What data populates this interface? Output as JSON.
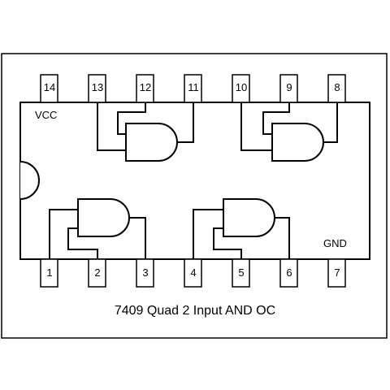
{
  "diagram": {
    "caption": "7409 Quad 2 Input AND OC",
    "vcc_label": "VCC",
    "gnd_label": "GND",
    "top_pins": [
      "14",
      "13",
      "12",
      "11",
      "10",
      "9",
      "8"
    ],
    "bottom_pins": [
      "1",
      "2",
      "3",
      "4",
      "5",
      "6",
      "7"
    ]
  }
}
